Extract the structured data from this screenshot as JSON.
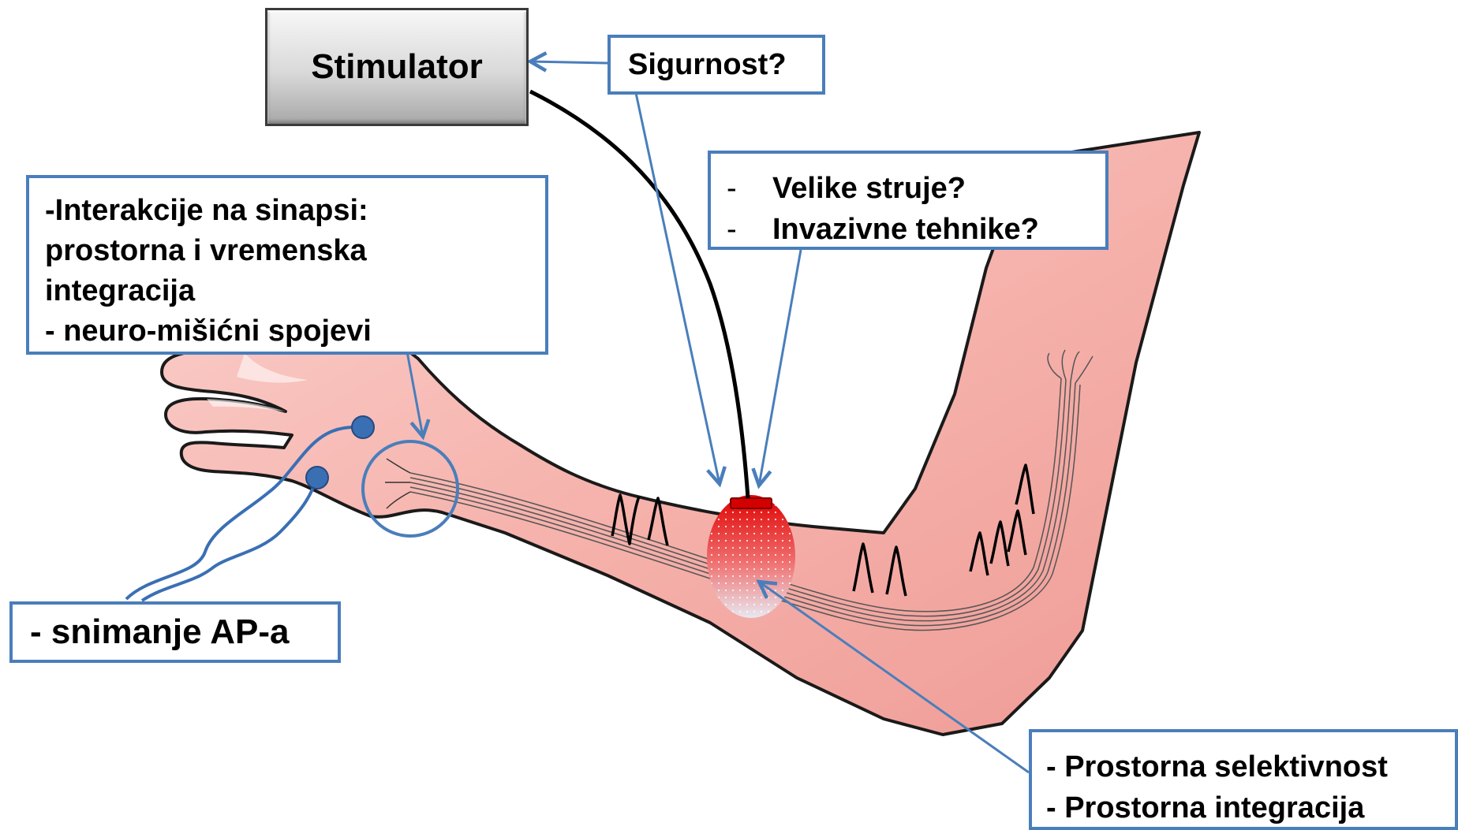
{
  "stimulator": {
    "label": "Stimulator"
  },
  "safety_callout": {
    "text": "Sigurnost?"
  },
  "currents_callout": {
    "lines": [
      {
        "dash": "-",
        "text": "Velike struje?"
      },
      {
        "dash": "-",
        "text": "Invazivne tehnike?"
      }
    ]
  },
  "synapse_callout": {
    "lines": [
      "-Interakcije na sinapsi:",
      "prostorna i vremenska",
      "integracija",
      "- neuro-mišićni spojevi"
    ]
  },
  "recording_callout": {
    "text": "- snimanje AP-a"
  },
  "selectivity_callout": {
    "lines": [
      "- Prostorna selektivnost",
      "- Prostorna integracija"
    ]
  },
  "colors": {
    "callout_border": "#4a7ebb",
    "arrow": "#4a7ebb",
    "skin": "#f7b5b0",
    "skin_outline": "#1a1a1a",
    "electrode": "#d40000",
    "recording_electrodes": "#3a6fb4"
  }
}
